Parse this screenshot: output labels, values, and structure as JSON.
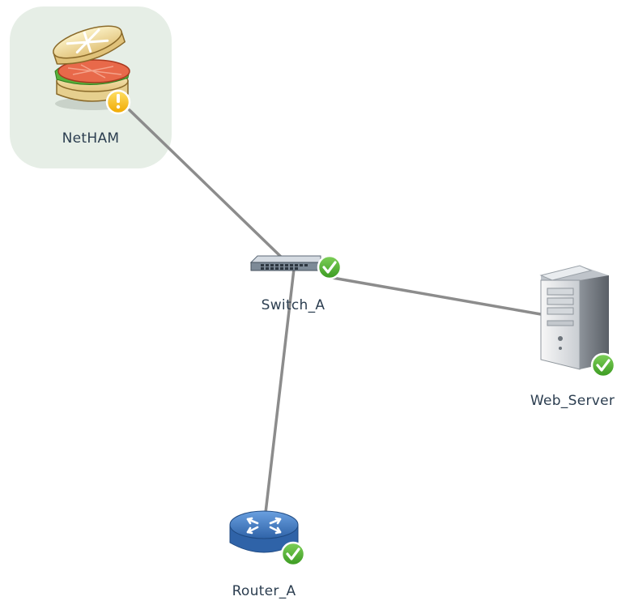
{
  "nodes": {
    "netham": {
      "label": "NetHAM",
      "status": "warning",
      "icon": "netham-sandwich-icon"
    },
    "switch_a": {
      "label": "Switch_A",
      "status": "ok",
      "icon": "switch-icon"
    },
    "web_server": {
      "label": "Web_Server",
      "status": "ok",
      "icon": "server-tower-icon"
    },
    "router_a": {
      "label": "Router_A",
      "status": "ok",
      "icon": "router-icon"
    }
  },
  "links": [
    {
      "from": "NetHAM",
      "to": "Switch_A"
    },
    {
      "from": "Switch_A",
      "to": "Web_Server"
    },
    {
      "from": "Switch_A",
      "to": "Router_A"
    }
  ],
  "colors": {
    "link": "#8c8c8c",
    "selection_bg": "#e6eee6",
    "status_ok": "#4aa52a",
    "status_warning": "#f2b705",
    "router_blue": "#3f79c4"
  }
}
